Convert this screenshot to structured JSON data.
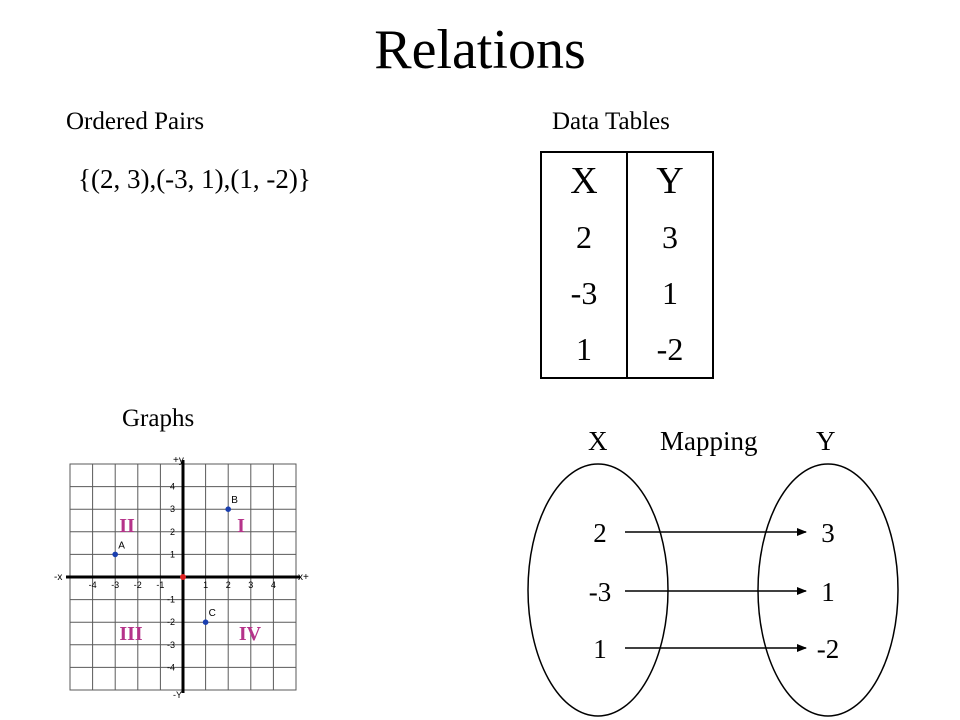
{
  "title": "Relations",
  "ordered_pairs": {
    "label": "Ordered Pairs",
    "set_text": "{(2, 3),(-3, 1),(1, -2)}"
  },
  "data_table": {
    "label": "Data Tables",
    "headers": [
      "X",
      "Y"
    ],
    "rows": [
      [
        "2",
        "3"
      ],
      [
        "-3",
        "1"
      ],
      [
        "1",
        "-2"
      ]
    ]
  },
  "graphs": {
    "label": "Graphs",
    "axis_labels": {
      "y_plus": "+y",
      "y_minus": "-Y",
      "x_plus": "x+",
      "x_minus": "-x"
    },
    "x_ticks": [
      "-4",
      "-3",
      "-2",
      "-1",
      "1",
      "2",
      "3",
      "4"
    ],
    "y_ticks": [
      "4",
      "3",
      "2",
      "1",
      "-1",
      "-2",
      "-3",
      "-4"
    ],
    "quadrants": [
      "II",
      "I",
      "III",
      "IV"
    ],
    "points": [
      {
        "name": "A",
        "x": -3,
        "y": 1
      },
      {
        "name": "B",
        "x": 2,
        "y": 3
      },
      {
        "name": "C",
        "x": 1,
        "y": -2
      }
    ],
    "colors": {
      "quadrant": "#b5338a",
      "point": "#1a3fb0",
      "origin": "#e02020",
      "grid": "#5a5a5a"
    }
  },
  "mapping": {
    "title": "Mapping",
    "x_label": "X",
    "y_label": "Y",
    "domain": [
      "2",
      "-3",
      "1"
    ],
    "range": [
      "3",
      "1",
      "-2"
    ]
  }
}
